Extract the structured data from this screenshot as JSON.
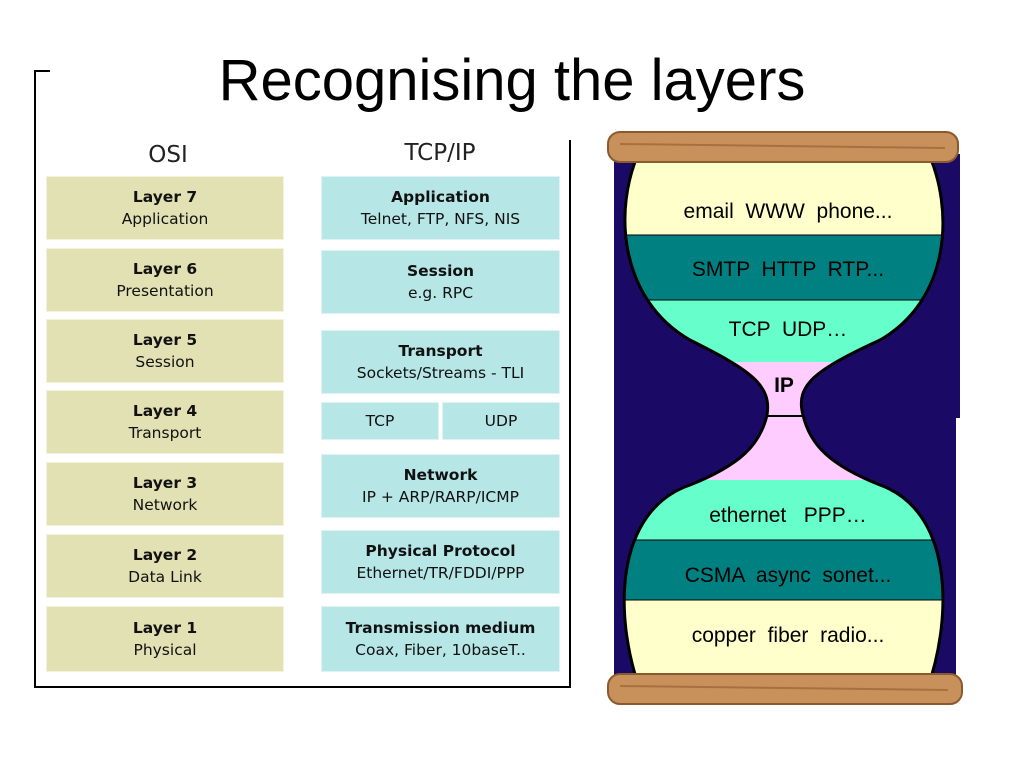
{
  "title": "Recognising the layers",
  "osi": {
    "header": "OSI",
    "layers": [
      {
        "name": "Layer 7",
        "desc": "Application"
      },
      {
        "name": "Layer 6",
        "desc": "Presentation"
      },
      {
        "name": "Layer 5",
        "desc": "Session"
      },
      {
        "name": "Layer 4",
        "desc": "Transport"
      },
      {
        "name": "Layer 3",
        "desc": "Network"
      },
      {
        "name": "Layer 2",
        "desc": "Data Link"
      },
      {
        "name": "Layer 1",
        "desc": "Physical"
      }
    ]
  },
  "tcpip": {
    "header": "TCP/IP",
    "application": {
      "name": "Application",
      "desc": "Telnet, FTP, NFS, NIS"
    },
    "session": {
      "name": "Session",
      "desc": "e.g. RPC"
    },
    "transport": {
      "name": "Transport",
      "desc": "Sockets/Streams - TLI"
    },
    "tcp": "TCP",
    "udp": "UDP",
    "network": {
      "name": "Network",
      "desc": "IP + ARP/RARP/ICMP"
    },
    "physical": {
      "name": "Physical Protocol",
      "desc": "Ethernet/TR/FDDI/PPP"
    },
    "medium": {
      "name": "Transmission medium",
      "desc": "Coax, Fiber, 10baseT.."
    }
  },
  "hourglass": {
    "rows": [
      "email  WWW  phone...",
      "SMTP  HTTP  RTP...",
      "TCP  UDP…",
      "IP",
      "ethernet   PPP…",
      "CSMA  async  sonet...",
      "copper  fiber  radio..."
    ],
    "colors": {
      "cream": "#ffffcc",
      "teal": "#008080",
      "mint": "#66ffcc",
      "pink": "#ffccff",
      "navy": "#1a0a66",
      "wood": "#c8905a"
    }
  }
}
